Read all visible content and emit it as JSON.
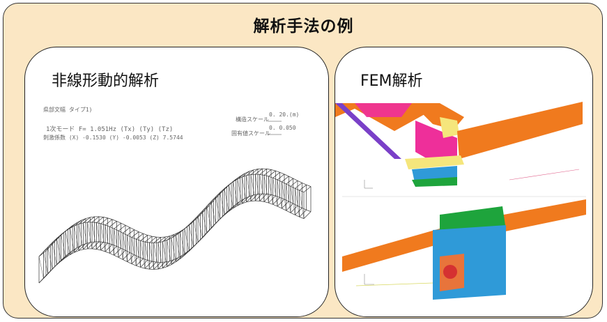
{
  "title": "解析手法の例",
  "left_panel": {
    "title": "非線形動的解析",
    "case_label": "県部文幅 タイプ1)",
    "mode_line": "1次モード F= 1.051Hz      (Tx)    (Ty)    (Tz)",
    "damping_line": "刺激係数 (X) -0.1530 (Y) -0.0053 (Z) 7.5744",
    "struct_scale_label": "構造スケール",
    "struct_scale_value": "0.   20.(m)",
    "mode_scale_label": "固有値スケール",
    "mode_scale_value": "0.       0.050"
  },
  "right_panel": {
    "title": "FEM解析"
  },
  "colors": {
    "background": "#fbe7c4",
    "orange": "#f07a1e",
    "magenta": "#ee2f9a",
    "cyan_blue": "#2f9ad8",
    "green": "#1ea43c",
    "yellow": "#f5e67c"
  }
}
